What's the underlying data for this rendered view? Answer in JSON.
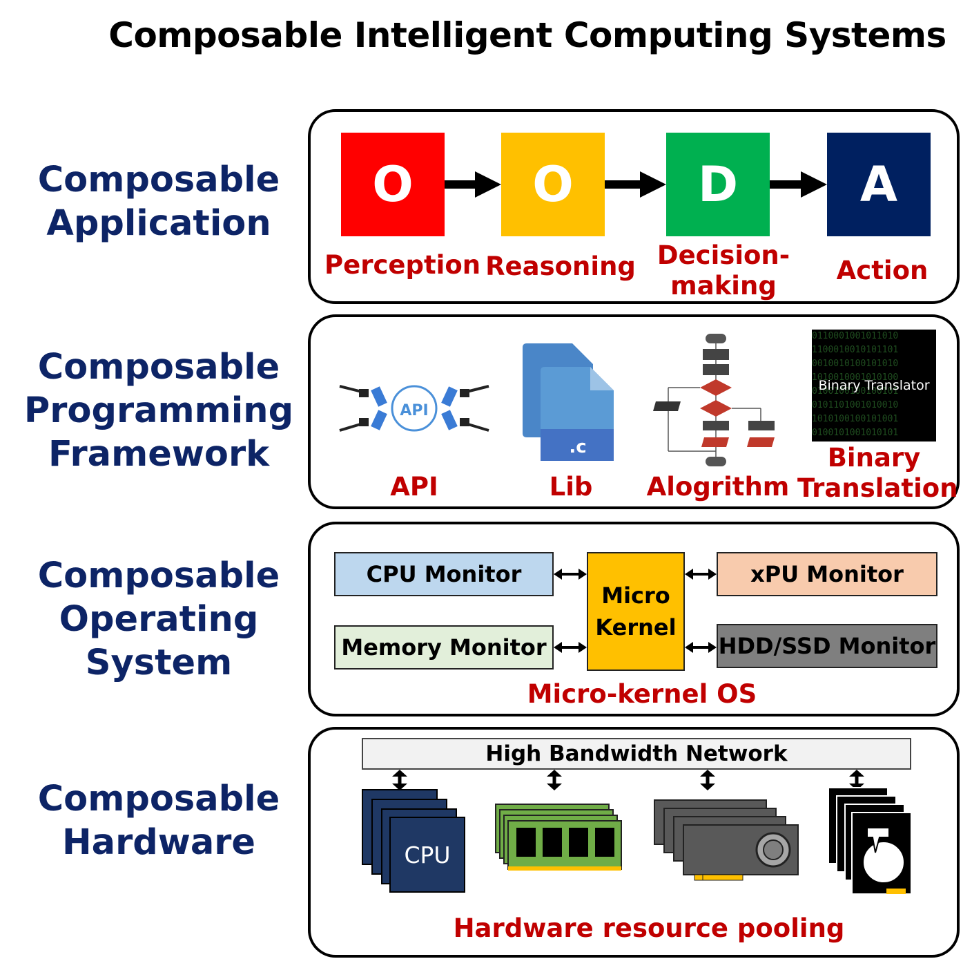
{
  "title": "Composable Intelligent Computing Systems",
  "layers": {
    "application": {
      "label_line1": "Composable",
      "label_line2": "Application"
    },
    "framework": {
      "label_line1": "Composable",
      "label_line2": "Programming",
      "label_line3": "Framework"
    },
    "os": {
      "label_line1": "Composable",
      "label_line2": "Operating",
      "label_line3": "System"
    },
    "hardware": {
      "label_line1": "Composable",
      "label_line2": "Hardware"
    }
  },
  "ooda": {
    "steps": [
      {
        "letter": "O",
        "caption": "Perception",
        "color": "#ff0000"
      },
      {
        "letter": "O",
        "caption": "Reasoning",
        "color": "#ffc000"
      },
      {
        "letter": "D",
        "caption_line1": "Decision-",
        "caption_line2": "making",
        "color": "#00b050"
      },
      {
        "letter": "A",
        "caption": "Action",
        "color": "#002060"
      }
    ]
  },
  "framework_items": {
    "api": {
      "icon_text": "API",
      "caption": "API"
    },
    "lib": {
      "icon_text": ".c",
      "caption": "Lib"
    },
    "algorithm": {
      "caption": "Alogrithm"
    },
    "binary": {
      "icon_text": "Binary Translator",
      "caption_line1": "Binary",
      "caption_line2": "Translation"
    }
  },
  "os": {
    "cpu_monitor": "CPU Monitor",
    "memory_monitor": "Memory Monitor",
    "micro_kernel_line1": "Micro",
    "micro_kernel_line2": "Kernel",
    "xpu_monitor": "xPU Monitor",
    "hdd_monitor": "HDD/SSD Monitor",
    "caption": "Micro-kernel OS",
    "colors": {
      "cpu": "#bdd7ee",
      "memory": "#e2efda",
      "kernel": "#ffc000",
      "xpu": "#f8cbad",
      "hdd": "#7f7f7f"
    }
  },
  "hardware": {
    "network": "High Bandwidth Network",
    "cpu_text": "CPU",
    "caption": "Hardware resource pooling"
  }
}
